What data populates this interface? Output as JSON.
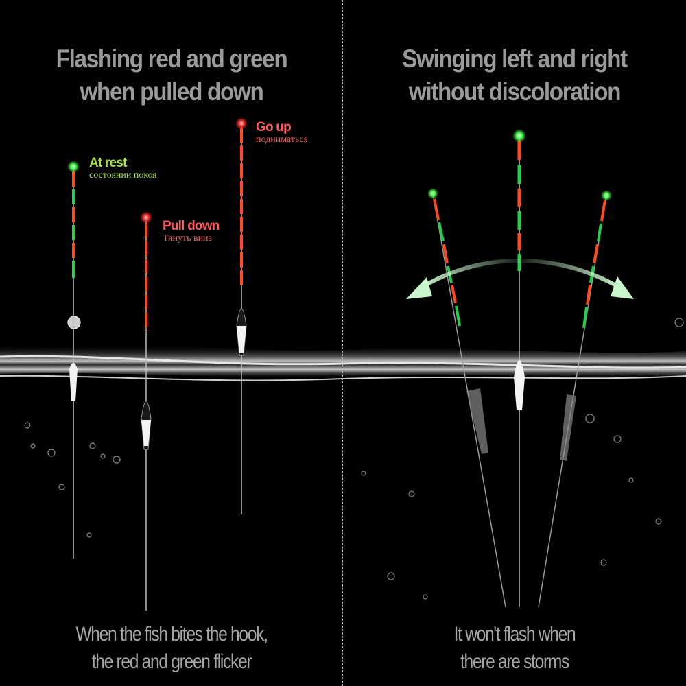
{
  "left_panel": {
    "title_line1": "Flashing red and green",
    "title_line2": "when pulled down",
    "caption_line1": "When the fish bites the hook,",
    "caption_line2": "the red and green flicker",
    "floats": [
      {
        "state": "at-rest",
        "label_en": "At rest",
        "label_ru": "состоянии покоя",
        "tip_color": "#4cff4c",
        "label_color": "#a8e23a"
      },
      {
        "state": "pull-down",
        "label_en": "Pull down",
        "label_ru": "Тянуть вниз",
        "tip_color": "#ff3030",
        "label_color": "#ff5a5a"
      },
      {
        "state": "go-up",
        "label_en": "Go up",
        "label_ru": "подниматься",
        "tip_color": "#ff3030",
        "label_color": "#ff5a5a"
      }
    ]
  },
  "right_panel": {
    "title_line1": "Swinging left and right",
    "title_line2": "without discoloration",
    "caption_line1": "It won't flash when",
    "caption_line2": "there are storms"
  },
  "colors": {
    "background": "#000000",
    "title": "#9a9a9a",
    "caption": "#a5a5a5",
    "segment_red": "#ff4a1a",
    "segment_green": "#22d04a",
    "arrow": "#c8f5cc"
  }
}
